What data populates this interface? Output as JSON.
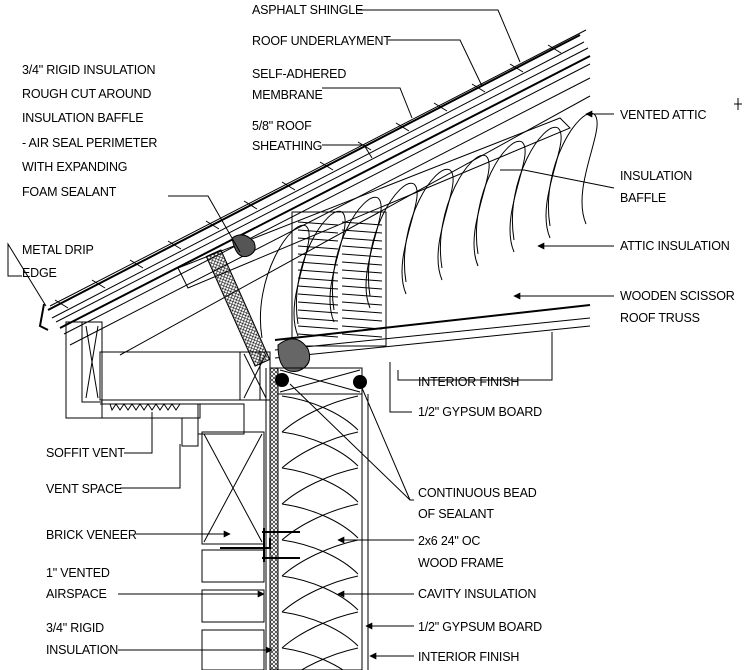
{
  "labels": {
    "asphalt_shingle": "ASPHALT SHINGLE",
    "roof_underlayment": "ROOF UNDERLAYMENT",
    "rigid_insulation_baffle": [
      "3/4\" RIGID INSULATION",
      "ROUGH CUT AROUND",
      "INSULATION BAFFLE",
      "- AIR SEAL PERIMETER",
      "WITH EXPANDING",
      "FOAM SEALANT"
    ],
    "self_adhered_membrane": [
      "SELF-ADHERED",
      "MEMBRANE"
    ],
    "roof_sheathing": [
      "5/8\" ROOF",
      "SHEATHING"
    ],
    "vented_attic": "VENTED ATTIC",
    "insulation_baffle": [
      "INSULATION",
      "BAFFLE"
    ],
    "attic_insulation": "ATTIC INSULATION",
    "metal_drip_edge": [
      "METAL DRIP",
      "EDGE"
    ],
    "wooden_scissor_truss": [
      "WOODEN SCISSOR",
      "ROOF TRUSS"
    ],
    "interior_finish_top": "INTERIOR FINISH",
    "gypsum_board_top": "1/2\" GYPSUM BOARD",
    "soffit_vent": "SOFFIT VENT",
    "vent_space": "VENT SPACE",
    "continuous_bead": [
      "CONTINUOUS BEAD",
      "OF SEALANT"
    ],
    "brick_veneer": "BRICK VENEER",
    "wood_frame": [
      "2x6 24\" OC",
      "WOOD FRAME"
    ],
    "vented_airspace": [
      "1\" VENTED",
      "AIRSPACE"
    ],
    "cavity_insulation": "CAVITY INSULATION",
    "rigid_insulation_wall": [
      "3/4\" RIGID",
      "INSULATION"
    ],
    "gypsum_board_bottom": "1/2\" GYPSUM BOARD",
    "interior_finish_bottom": "INTERIOR FINISH"
  }
}
